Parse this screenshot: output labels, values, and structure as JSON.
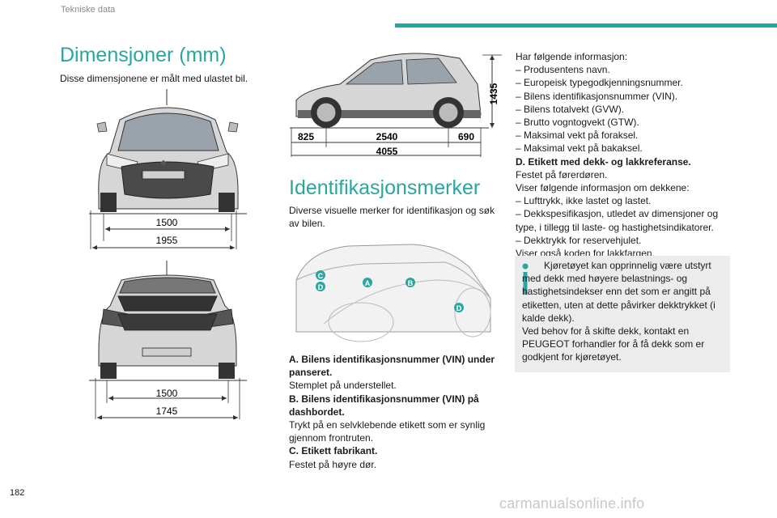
{
  "header": {
    "title": "Tekniske data"
  },
  "page_number": "182",
  "watermark": "carmanualsonline.info",
  "dimensions": {
    "title": "Dimensjoner (mm)",
    "intro": "Disse dimensjonene er målt med ulastet bil.",
    "front_track": "1500",
    "front_width": "1955",
    "rear_track": "1500",
    "rear_width": "1745",
    "height": "1435",
    "front_overhang": "825",
    "wheelbase": "2540",
    "rear_overhang": "690",
    "length": "4055"
  },
  "identification": {
    "title": "Identifikasjonsmerker",
    "intro": "Diverse visuelle merker for identifikasjon og søk av bilen.",
    "markers": [
      "A",
      "B",
      "C",
      "D",
      "D"
    ],
    "items": [
      {
        "bold": "A. Bilens identifikasjonsnummer (VIN) under panseret.",
        "text": "Stemplet på understellet."
      },
      {
        "bold": "B. Bilens identifikasjonsnummer (VIN) på dashbordet.",
        "text": "Trykt på en selvklebende etikett som er synlig gjennom frontruten."
      },
      {
        "bold": "C. Etikett fabrikant.",
        "text": "Festet på høyre dør."
      }
    ]
  },
  "right_column": {
    "intro": "Har følgende informasjon:",
    "list1": [
      "– Produsentens navn.",
      "– Europeisk typegodkjenningsnummer.",
      "– Bilens identifikasjonsnummer (VIN).",
      "– Bilens totalvekt (GVW).",
      "– Brutto vogntogvekt (GTW).",
      "– Maksimal vekt på foraksel.",
      "– Maksimal vekt på bakaksel."
    ],
    "d_title": "D. Etikett med dekk- og lakkreferanse.",
    "d_line1": "Festet på førerdøren.",
    "d_line2": "Viser følgende informasjon om dekkene:",
    "list2": [
      "– Lufttrykk, ikke lastet og lastet.",
      "– Dekkspesifikasjon, utledet av dimensjoner og type, i tillegg til laste- og hastighetsindikatorer.",
      "– Dekktrykk for reservehjulet."
    ],
    "d_line3": "Viser også koden for lakkfargen.",
    "info": {
      "icon": "info-icon",
      "p1": "Kjøretøyet kan opprinnelig være utstyrt med dekk med høyere belastnings- og hastighetsindekser enn det som er angitt på etiketten, uten at dette påvirker dekktrykket (i kalde dekk).",
      "p2": "Ved behov for å skifte dekk, kontakt en PEUGEOT forhandler for å få dekk som er godkjent for kjøretøyet."
    }
  },
  "colors": {
    "accent": "#2aa6a0",
    "bar": "#1fa8a0",
    "marker": "#2aa6a0"
  }
}
